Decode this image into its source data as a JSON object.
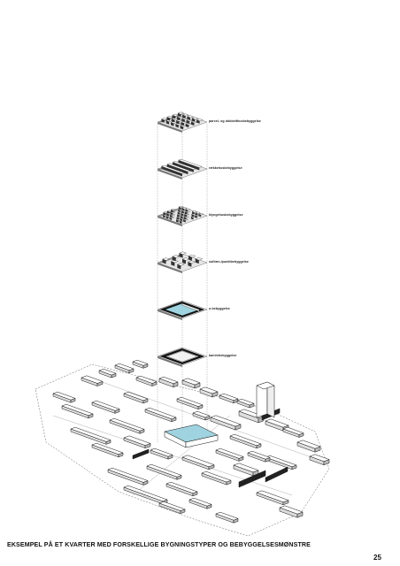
{
  "layers": [
    {
      "label": "parcel- og dobbelthusbebyggelse",
      "style": "dots"
    },
    {
      "label": "rækkehusbebyggelse",
      "style": "rows"
    },
    {
      "label": "klyngehusbebyggelse",
      "style": "cluster"
    },
    {
      "label": "solitær-/punktbebyggelse",
      "style": "points"
    },
    {
      "label": "u-bebyggelse",
      "style": "ring"
    },
    {
      "label": "karréebebyggelse",
      "style": "block"
    }
  ],
  "caption": "EKSEMPEL PÅ ET KVARTER MED FORSKELLIGE BYGNINGSTYPER OG BEBYGGELSESMØNSTRE",
  "page_number": "25",
  "colors": {
    "highlight": "#9fd3df",
    "ink": "#111111",
    "fill": "#ffffff",
    "guide": "#888888"
  }
}
